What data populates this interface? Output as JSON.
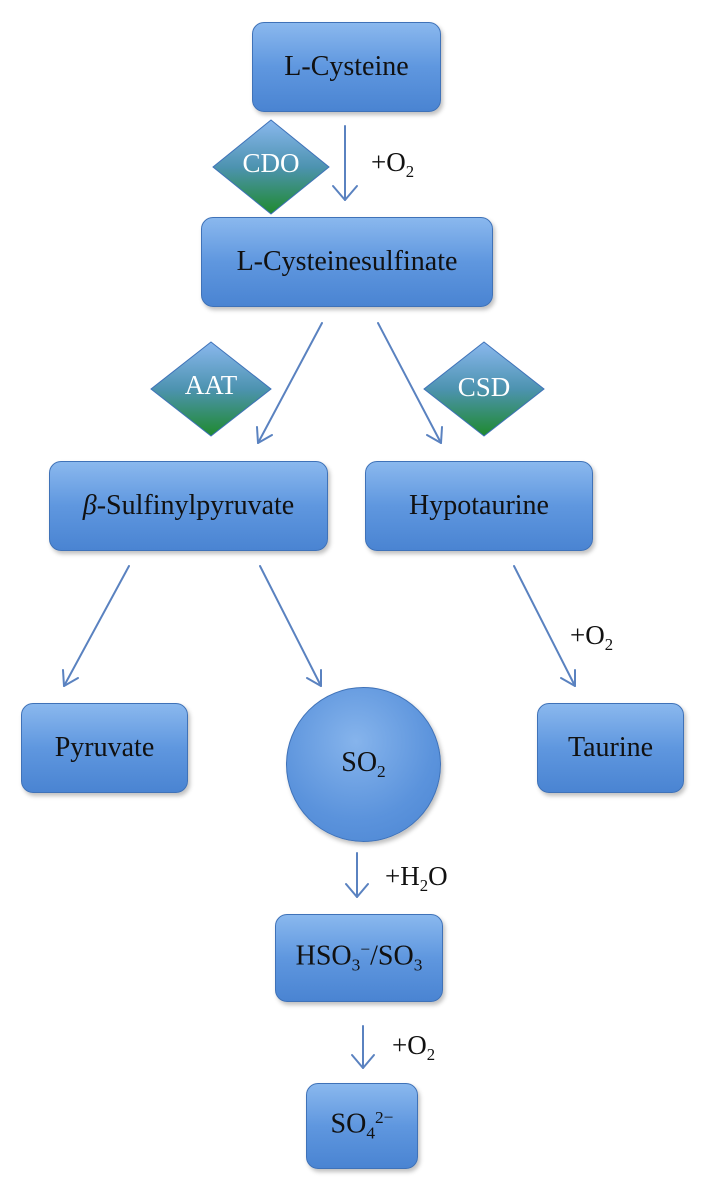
{
  "nodes": {
    "cysteine": "L-Cysteine",
    "cysteinesulfinate": "L-Cysteinesulfinate",
    "sulfinylpyruvate_prefix": "β",
    "sulfinylpyruvate_rest": "-Sulfinylpyruvate",
    "hypotaurine": "Hypotaurine",
    "pyruvate": "Pyruvate",
    "so2_base": "SO",
    "so2_sub": "2",
    "taurine": "Taurine",
    "bisulfite_base": "HSO",
    "bisulfite_sub": "3",
    "bisulfite_sup": "−",
    "bisulfite_rest": "/SO",
    "bisulfite_rest_sub": "3",
    "sulfate_base": "SO",
    "sulfate_sub": "4",
    "sulfate_sup": "2−"
  },
  "enzymes": {
    "cdo": "CDO",
    "aat": "AAT",
    "csd": "CSD"
  },
  "conditions": {
    "o2_1_prefix": "+O",
    "o2_1_sub": "2",
    "o2_2_prefix": "+O",
    "o2_2_sub": "2",
    "h2o_prefix": "+H",
    "h2o_sub": "2",
    "h2o_suffix": "O",
    "o2_3_prefix": "+O",
    "o2_3_sub": "2"
  },
  "colors": {
    "node_fill": "#5f97df",
    "node_border": "#3f72b8",
    "arrow": "#5a82c0",
    "diamond_top": "#8ab8ee",
    "diamond_bottom": "#1f8a2e"
  }
}
